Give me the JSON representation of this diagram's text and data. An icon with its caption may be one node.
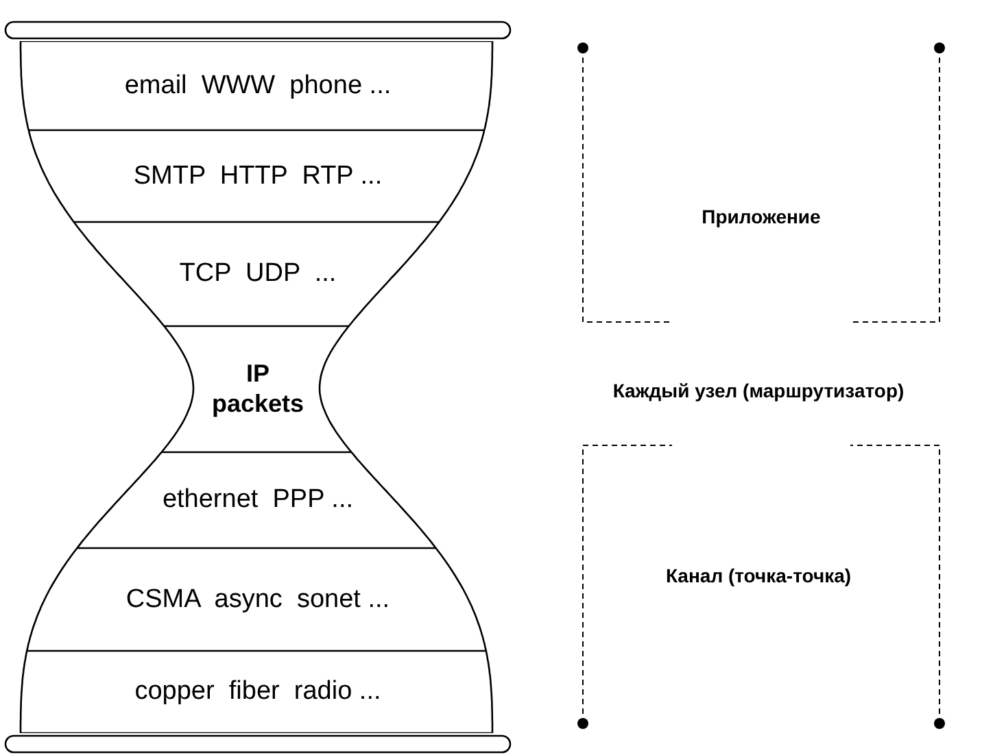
{
  "diagram": {
    "nodes": [
      {
        "text": [],
        "shape": "bar"
      },
      {
        "text": [
          "email  WWW  phone ..."
        ]
      },
      {
        "text": [
          "SMTP  HTTP  RTP ..."
        ]
      },
      {
        "text": [
          "TCP  UDP  ..."
        ]
      },
      {
        "text": [
          "IP packets"
        ]
      },
      {
        "text": [
          "ethernet  PPP ..."
        ]
      },
      {
        "text": [
          "CSMA  async  sonet ..."
        ]
      },
      {
        "text": [
          "copper  fiber  radio ..."
        ]
      },
      {
        "text": [],
        "shape": "bar"
      }
    ],
    "labels": [
      "Приложение",
      "Каждый узел (маршрутизатор)",
      "Канал (точка-точка)"
    ]
  }
}
